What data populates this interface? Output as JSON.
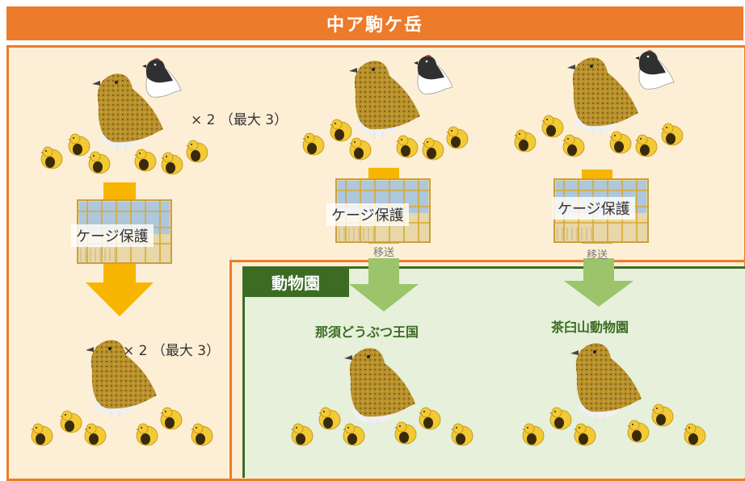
{
  "header": {
    "title": "中ア駒ケ岳"
  },
  "zoo": {
    "label": "動物園"
  },
  "wild_group": {
    "count_top": "× 2 （最大 3）",
    "count_bottom": "× 2 （最大 3）"
  },
  "cage": {
    "label": "ケージ保護"
  },
  "transfer": {
    "label": "移送"
  },
  "zoos": [
    {
      "name": "那須どうぶつ王国"
    },
    {
      "name": "茶臼山動物園"
    }
  ],
  "colors": {
    "header": "#ec7b2c",
    "panel": "#fdefd6",
    "zoo_fill": "#e6f0da",
    "zoo_border": "#3c6c24",
    "arrow_orange": "#f7b500",
    "arrow_green": "#9cc46a",
    "hen": "#b8902a",
    "chick": "#f3c934",
    "male": "#303030"
  }
}
